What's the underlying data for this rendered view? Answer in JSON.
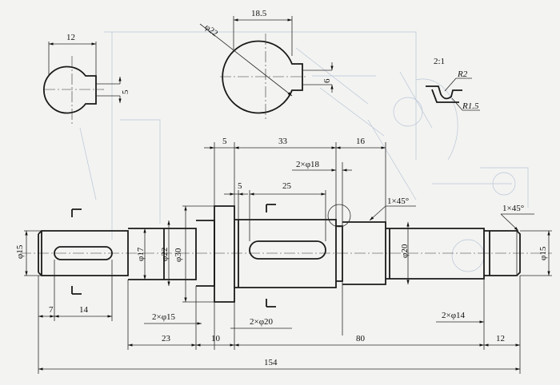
{
  "dimensions": {
    "d_12": "12",
    "d_18_5": "18.5",
    "d_phi22_top": "φ22",
    "d_5_small": "5",
    "d_6": "6",
    "scale": "2:1",
    "r2": "R2",
    "r1_5": "R1.5",
    "d_5_top": "5",
    "d_33": "33",
    "d_16": "16",
    "d_2phi18": "2×φ18",
    "d_5_mid": "5",
    "d_25": "25",
    "chamfer_left": "1×45°",
    "chamfer_right": "1×45°",
    "phi15_left": "φ15",
    "phi17": "φ17",
    "phi22": "φ22",
    "phi30": "φ30",
    "phi20": "φ20",
    "phi15_right": "φ15",
    "d_7": "7",
    "d_14": "14",
    "d_2phi15": "2×φ15",
    "d_2phi20": "2×φ20",
    "d_2phi14": "2×φ14",
    "d_23": "23",
    "d_10": "10",
    "d_80": "80",
    "d_12_right": "12",
    "d_154": "154"
  },
  "colors": {
    "line": "#1a1a1a",
    "background": "#f3f3f1",
    "ghost": "#b9c6d8"
  }
}
